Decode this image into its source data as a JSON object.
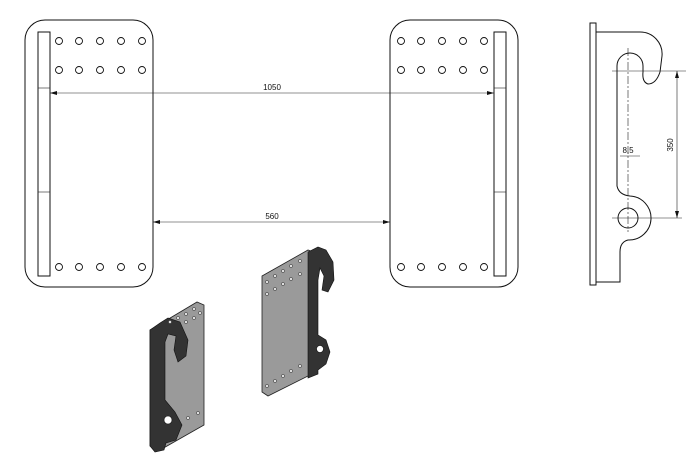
{
  "drawing": {
    "dimensions": {
      "outer_spacing": "1050",
      "inner_spacing": "560",
      "hook_to_pin": "350",
      "plate_thickness": "8,5"
    },
    "colors": {
      "line": "#111111",
      "plate_3d": "#9a9a9a",
      "hook_3d": "#3a3a3a"
    }
  }
}
